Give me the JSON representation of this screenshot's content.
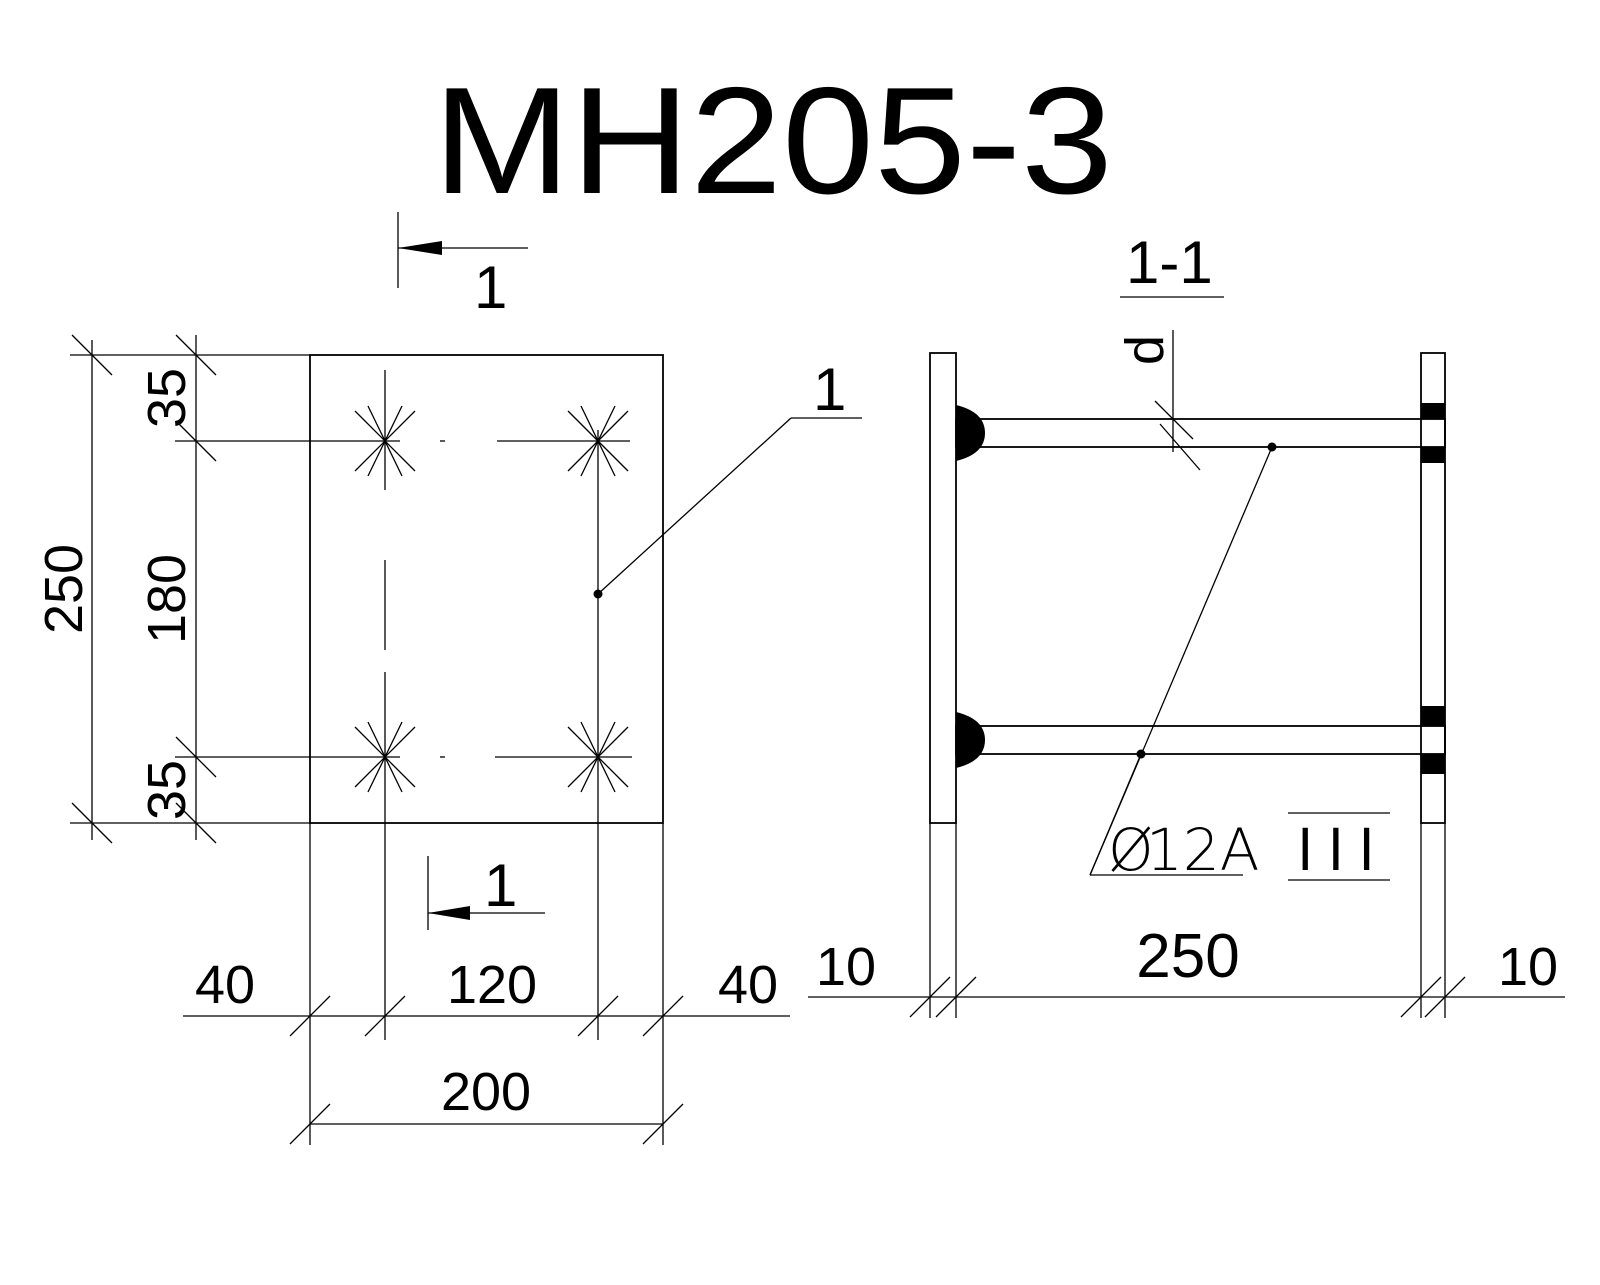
{
  "title": "MH205-3",
  "section_mark": "1",
  "section_title": "1-1",
  "callout_number": "1",
  "bar_thickness_label": "d",
  "rebar_spec": {
    "diameter_symbol": "Ø",
    "size_and_class": "12A",
    "grade": "III"
  },
  "plan_view": {
    "dims_horizontal": {
      "edge_left": "40",
      "center": "120",
      "edge_right": "40",
      "overall": "200"
    },
    "dims_vertical": {
      "overall": "250",
      "edge_top": "35",
      "center": "180",
      "edge_bottom": "35"
    }
  },
  "section_view": {
    "dims": {
      "plate_left": "10",
      "span": "250",
      "plate_right": "10"
    }
  }
}
